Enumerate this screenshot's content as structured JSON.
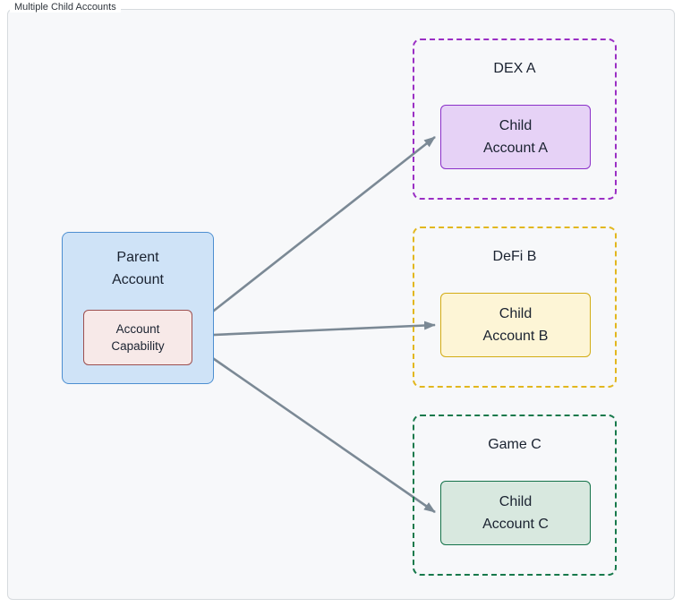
{
  "diagram": {
    "title": "Multiple Child Accounts"
  },
  "parent": {
    "label_lines": [
      "Parent",
      "Account"
    ],
    "capability_lines": [
      "Account",
      "Capability"
    ]
  },
  "groups": [
    {
      "name": "DEX A",
      "child_lines": [
        "Child",
        "Account A"
      ]
    },
    {
      "name": "DeFi B",
      "child_lines": [
        "Child",
        "Account B"
      ]
    },
    {
      "name": "Game C",
      "child_lines": [
        "Child",
        "Account C"
      ]
    }
  ],
  "colors": {
    "panel_background": "#f7f8fa",
    "panel_border": "#d6dade",
    "parent_fill": "#cfe3f7",
    "parent_border": "#4d8fd1",
    "capability_fill": "#f7e9e8",
    "capability_border": "#9c4f4f",
    "dex_group_border": "#9a2fc4",
    "child_a_fill": "#e6d2f6",
    "child_a_border": "#8b30c9",
    "defi_group_border": "#e2b71e",
    "child_b_fill": "#fdf5d6",
    "child_b_border": "#d3ac14",
    "game_group_border": "#17794b",
    "child_c_fill": "#d8e8df",
    "child_c_border": "#15734a",
    "arrow": "#7b8995"
  }
}
